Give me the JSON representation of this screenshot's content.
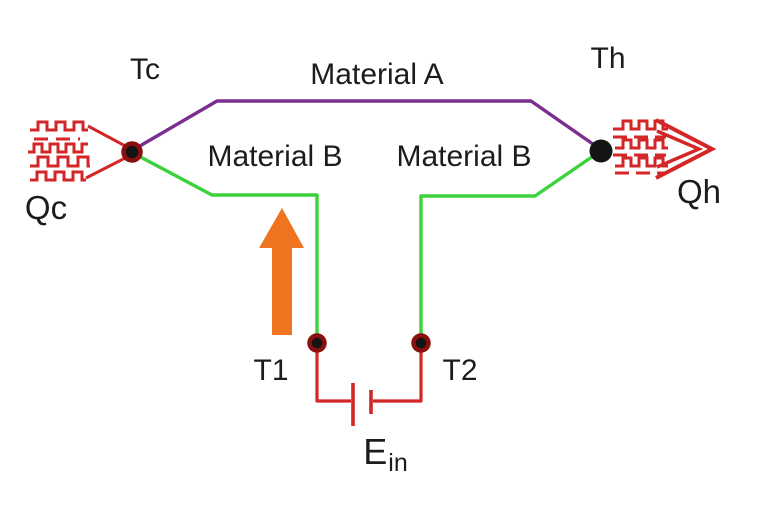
{
  "figure": {
    "description": "Thermocouple / Peltier circuit diagram with cold junction Tc, hot junction Th, Material A top conductor, two Material B legs, junctions T1 and T2, and input source Ein",
    "labels": {
      "tc": "Tc",
      "th": "Th",
      "material_a": "Material A",
      "material_b_left": "Material B",
      "material_b_right": "Material B",
      "qc": "Qc",
      "qh": "Qh",
      "t1": "T1",
      "t2": "T2",
      "ein_main": "E",
      "ein_sub": "in"
    },
    "colors": {
      "background": "#ffffff",
      "material_a_wire": "#7a2f8f",
      "material_b_wire": "#3bd23b",
      "circuit_wire": "#d42527",
      "junction_ring": "#8a1010",
      "junction_fill": "#141414",
      "heat_arrow": "#ee7420",
      "label_text": "#1c1c1c"
    }
  }
}
